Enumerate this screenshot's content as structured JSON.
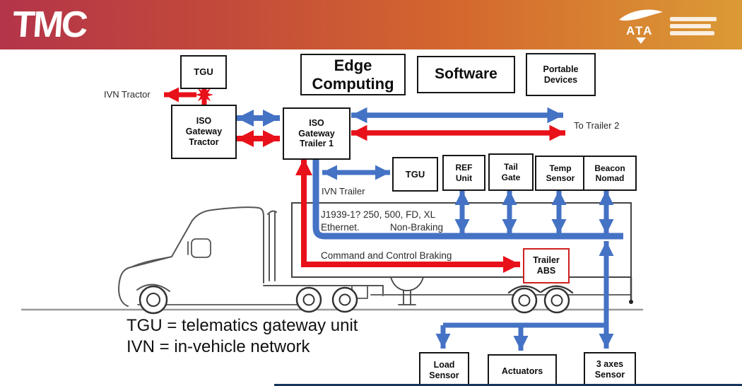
{
  "banner": {
    "tmc": "TMC",
    "ata": "ATA"
  },
  "boxes": {
    "tgu_tractor": "TGU",
    "edge_computing": "Edge\nComputing",
    "software": "Software",
    "portable_devices": "Portable\nDevices",
    "iso_gateway_tractor": "ISO\nGateway\nTractor",
    "iso_gateway_trailer1": "ISO\nGateway\nTrailer 1",
    "tgu_trailer": "TGU",
    "ref_unit": "REF\nUnit",
    "tail_gate": "Tail\nGate",
    "temp_sensor": "Temp\nSensor",
    "beacon_nomad": "Beacon\nNomad",
    "trailer_abs": "Trailer\nABS",
    "load_sensor": "Load\nSensor",
    "actuators": "Actuators",
    "three_axes_sensor": "3 axes\nSensor"
  },
  "labels": {
    "ivn_tractor": "IVN Tractor",
    "to_trailer2": "To Trailer 2",
    "ivn_trailer": "IVN Trailer",
    "j1939": "J1939-1? 250, 500, FD, XL",
    "ethernet": "Ethernet.",
    "non_braking": "Non-Braking",
    "command_braking": "Command and Control Braking"
  },
  "legend": {
    "tgu": "TGU = telematics gateway unit",
    "ivn": "IVN = in-vehicle network"
  },
  "colors": {
    "red": "#e8111a",
    "blue": "#4472c4",
    "banner_left": "#b43449",
    "banner_right": "#db9a35"
  }
}
